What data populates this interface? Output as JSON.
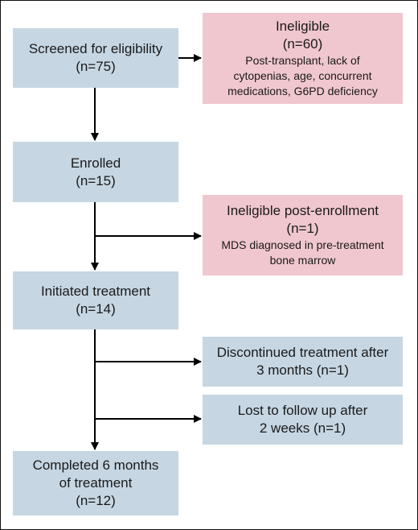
{
  "nodes": {
    "screened": {
      "lines": [
        "Screened for eligibility",
        "(n=75)"
      ]
    },
    "ineligible": {
      "lines": [
        "Ineligible",
        "(n=60)"
      ],
      "detail": [
        "Post-transplant, lack of",
        "cytopenias, age, concurrent",
        "medications, G6PD deficiency"
      ]
    },
    "enrolled": {
      "lines": [
        "Enrolled",
        "(n=15)"
      ]
    },
    "ineligible_post": {
      "lines": [
        "Ineligible post-enrollment",
        "(n=1)"
      ],
      "detail": [
        "MDS diagnosed in pre-treatment",
        "bone marrow"
      ]
    },
    "initiated": {
      "lines": [
        "Initiated treatment",
        "(n=14)"
      ]
    },
    "discontinued": {
      "lines": [
        "Discontinued treatment after",
        "3 months (n=1)"
      ]
    },
    "lost": {
      "lines": [
        "Lost to follow up after",
        "2 weeks (n=1)"
      ]
    },
    "completed": {
      "lines": [
        "Completed 6 months",
        "of treatment",
        "(n=12)"
      ]
    }
  },
  "colors": {
    "blue_box": "#c6d6e3",
    "pink_box": "#f0c7ce",
    "arrow": "#000000"
  }
}
